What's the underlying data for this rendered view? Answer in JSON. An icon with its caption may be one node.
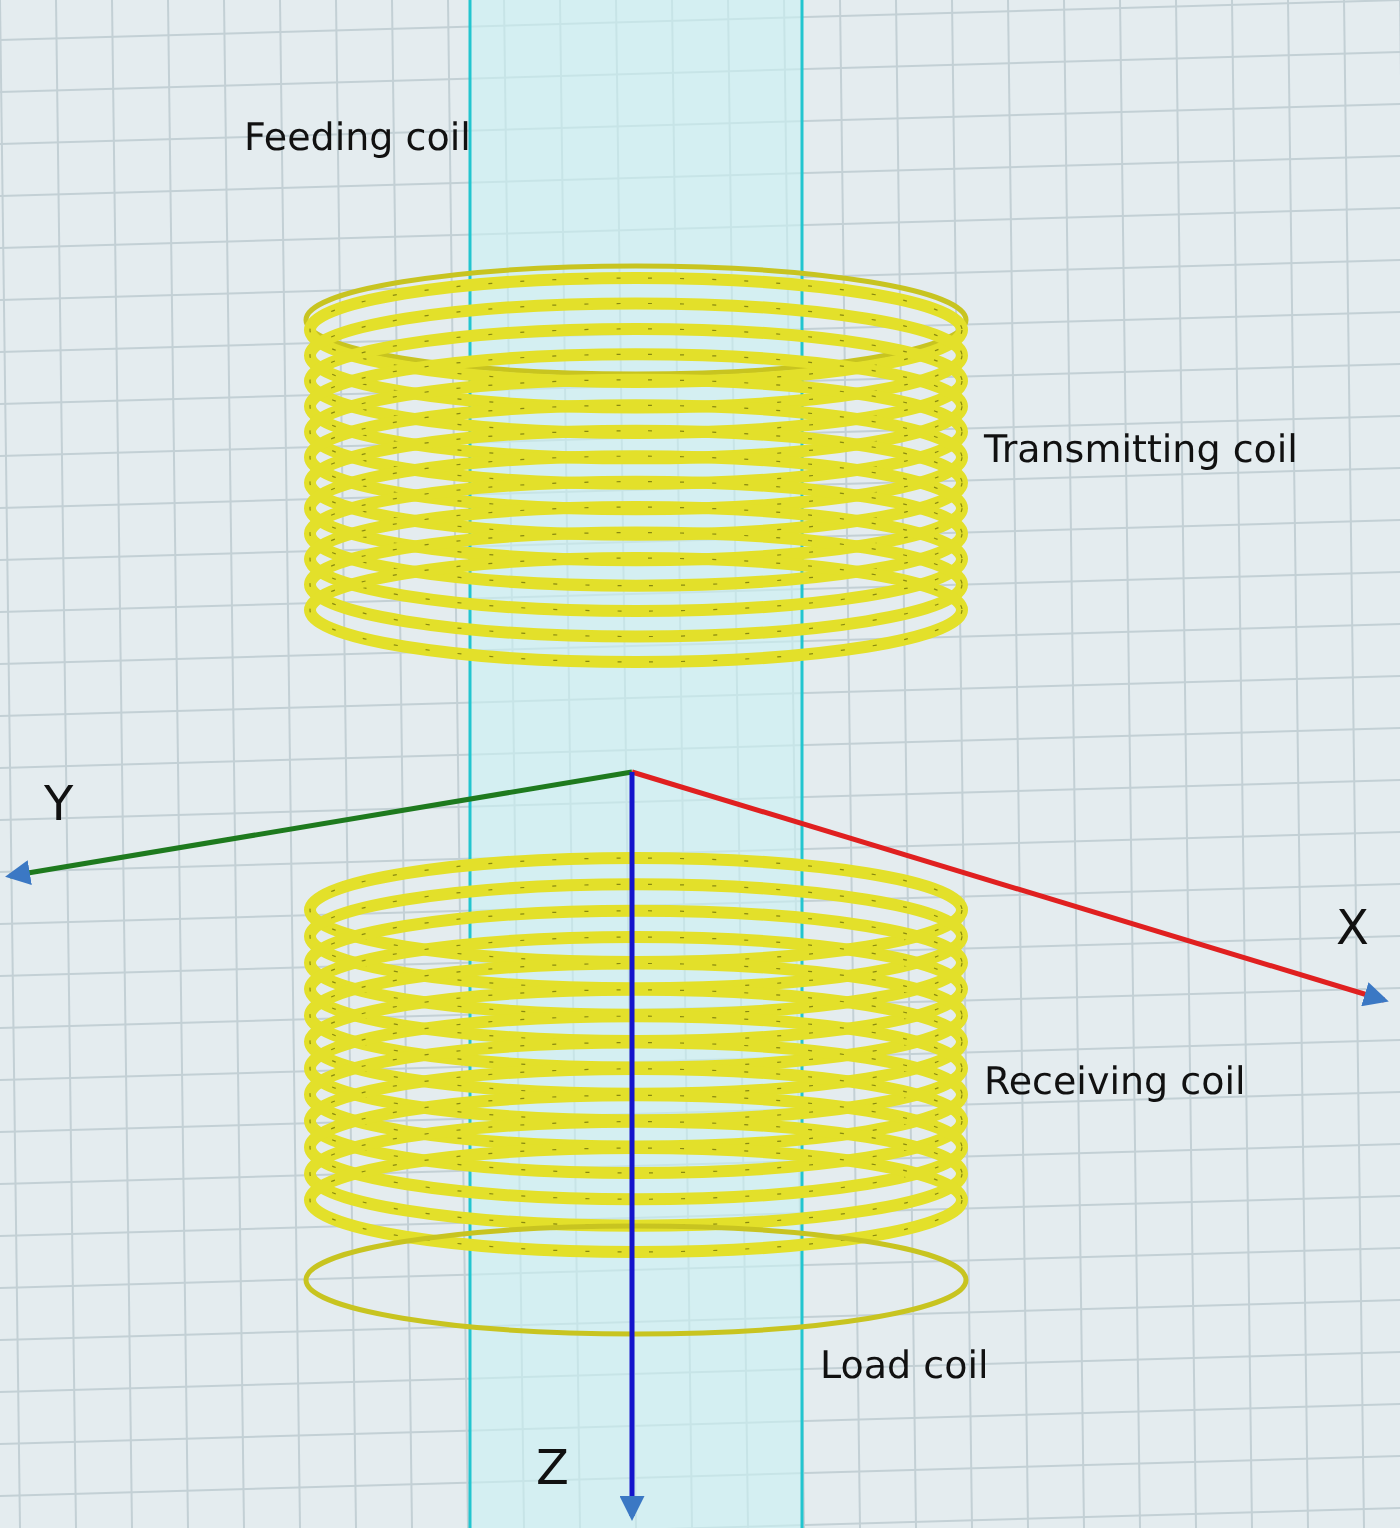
{
  "diagram": {
    "labels": [
      "Feeding coil",
      "Transmitting coil",
      "Y",
      "X",
      "Receiving coil",
      "Load coil",
      "Z"
    ]
  }
}
